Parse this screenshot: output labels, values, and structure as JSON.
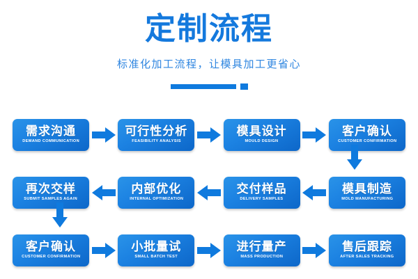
{
  "header": {
    "title": "定制流程",
    "subtitle": "标准化加工流程，让模具加工更省心",
    "accent_color": "#0f7ade",
    "title_color": "#1479dd",
    "subtitle_color": "#2f86e0"
  },
  "flow": {
    "rows": [
      {
        "direction": "right",
        "nodes": [
          {
            "cn": "需求沟通",
            "en": "DEMAND COMMUNICATION"
          },
          {
            "cn": "可行性分析",
            "en": "FEASIBILITY ANALYSIS"
          },
          {
            "cn": "模具设计",
            "en": "MOULD DESIGN"
          },
          {
            "cn": "客户确认",
            "en": "CUSTOMER CONFIRMATION"
          }
        ]
      },
      {
        "direction": "left",
        "nodes": [
          {
            "cn": "再次交样",
            "en": "SUBMIT SAMPLES AGAIN"
          },
          {
            "cn": "内部优化",
            "en": "INTERNAL OPTIMIZATION"
          },
          {
            "cn": "交付样品",
            "en": "DELIVERY SAMPLES"
          },
          {
            "cn": "模具制造",
            "en": "MOLD MANUFACTURING"
          }
        ]
      },
      {
        "direction": "right",
        "nodes": [
          {
            "cn": "客户确认",
            "en": "CUSTOMER CONFIRMATION"
          },
          {
            "cn": "小批量试",
            "en": "SMALL BATCH TEST"
          },
          {
            "cn": "进行量产",
            "en": "MASS PRODUCTION"
          },
          {
            "cn": "售后跟踪",
            "en": "AFTER SALES TRACKING"
          }
        ]
      }
    ],
    "node_gradient_from": "#2a93e8",
    "node_gradient_to": "#0d67c9"
  }
}
